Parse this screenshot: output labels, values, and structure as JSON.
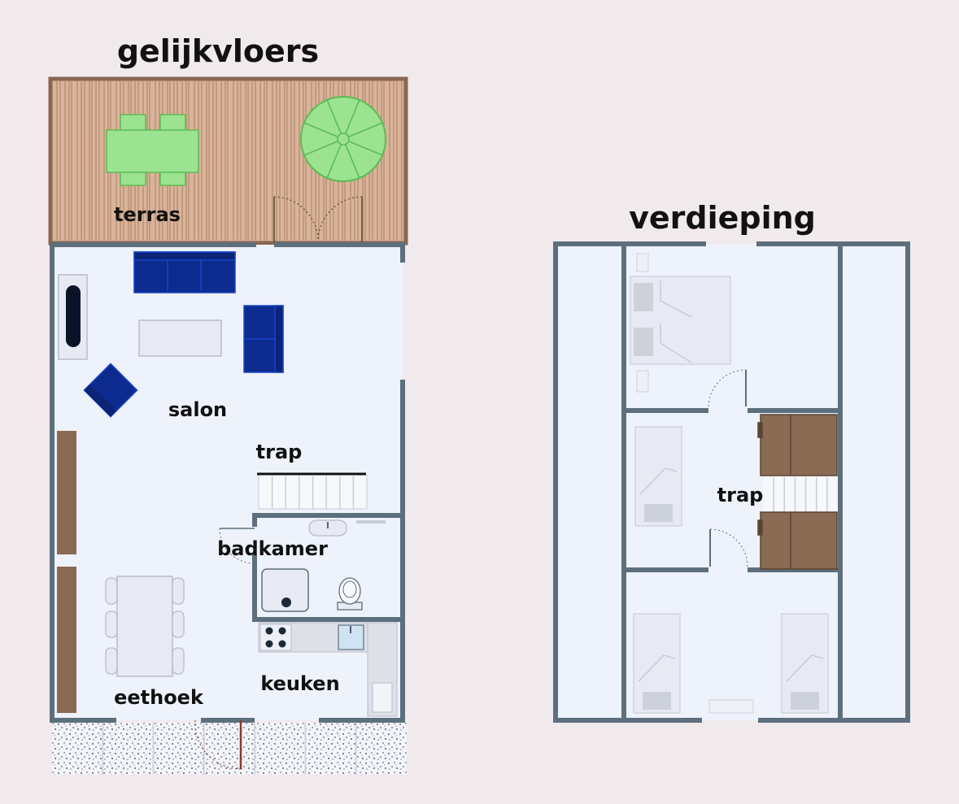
{
  "plans": {
    "ground": {
      "title": "gelijkvloers",
      "rooms": {
        "terras": "terras",
        "salon": "salon",
        "trap": "trap",
        "badkamer": "badkamer",
        "eethoek": "eethoek",
        "keuken": "keuken"
      }
    },
    "upper": {
      "title": "verdieping",
      "rooms": {
        "trap": "trap"
      }
    }
  },
  "colors": {
    "background": "#f1eaed",
    "wall": "#5d6f7c",
    "floor": "#eef2fb",
    "deck": "#d9b49a",
    "deck_line": "#b98f73",
    "garden_furniture": "#9be391",
    "sofa": "#0d2a8e",
    "cabinet": "#8a6a52",
    "bed": "#e7eaf2"
  },
  "icons": [
    "table-icon",
    "umbrella-icon",
    "sofa-icon",
    "armchair-icon",
    "bed-icon",
    "toilet-icon",
    "shower-icon",
    "stove-icon",
    "sink-icon",
    "staircase-icon",
    "door-icon"
  ]
}
